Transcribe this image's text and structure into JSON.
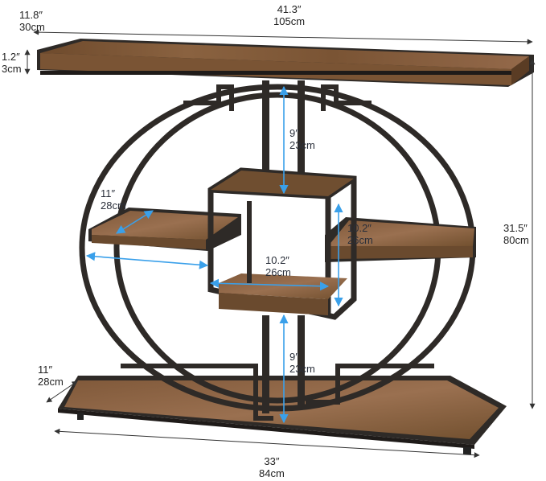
{
  "product": {
    "colors": {
      "wood": "#7a5434",
      "metal": "#2e2a27",
      "dimension_line": "#3aa0ea",
      "text": "#222222"
    }
  },
  "dimensions": {
    "top_depth": {
      "inch": "11.8″",
      "cm": "30cm"
    },
    "top_width": {
      "inch": "41.3″",
      "cm": "105cm"
    },
    "top_thickness": {
      "inch": "1.2″",
      "cm": "3cm"
    },
    "height": {
      "inch": "31.5″",
      "cm": "80cm"
    },
    "upper_gap": {
      "inch": "9″",
      "cm": "23cm"
    },
    "lower_gap": {
      "inch": "9″",
      "cm": "23cm"
    },
    "side_shelf_depth": {
      "inch": "11″",
      "cm": "28cm"
    },
    "cube_width": {
      "inch": "10.2″",
      "cm": "26cm"
    },
    "cube_height": {
      "inch": "10.2″",
      "cm": "26cm"
    },
    "base_depth": {
      "inch": "11″",
      "cm": "28cm"
    },
    "base_width": {
      "inch": "33″",
      "cm": "84cm"
    }
  }
}
